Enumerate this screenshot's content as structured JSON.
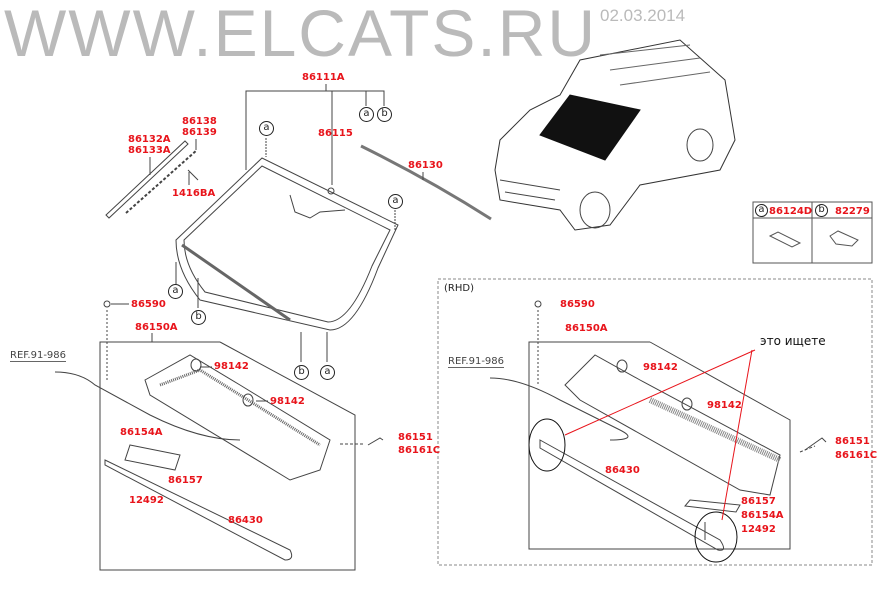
{
  "watermark": {
    "site": "WWW.ELCATS.RU",
    "date": "02.03.2014"
  },
  "main": {
    "parts": {
      "p86111A": "86111A",
      "p86115": "86115",
      "p86138": "86138",
      "p86139": "86139",
      "p86132A": "86132A",
      "p86133A": "86133A",
      "p86130": "86130",
      "p1416BA": "1416BA",
      "p86590": "86590",
      "p86150A": "86150A",
      "p98142a": "98142",
      "p98142b": "98142",
      "p86151": "86151",
      "p86161C": "86161C",
      "p86154A": "86154A",
      "p86157": "86157",
      "p12492": "12492",
      "p86430": "86430"
    },
    "ref": "REF.91-986",
    "callouts": {
      "a": "a",
      "b": "b"
    }
  },
  "legend": {
    "items": [
      {
        "key": "a",
        "part": "86124D"
      },
      {
        "key": "b",
        "part": "82279"
      }
    ]
  },
  "rhd": {
    "title": "(RHD)",
    "ref": "REF.91-986",
    "parts": {
      "p86590": "86590",
      "p86150A": "86150A",
      "p98142a": "98142",
      "p98142b": "98142",
      "p86151": "86151",
      "p86161C": "86161C",
      "p86430": "86430",
      "p86157": "86157",
      "p86154A": "86154A",
      "p12492": "12492"
    },
    "note": "это ищете"
  },
  "colors": {
    "part_number": "#e8141b",
    "annotation": "#e8141b"
  }
}
